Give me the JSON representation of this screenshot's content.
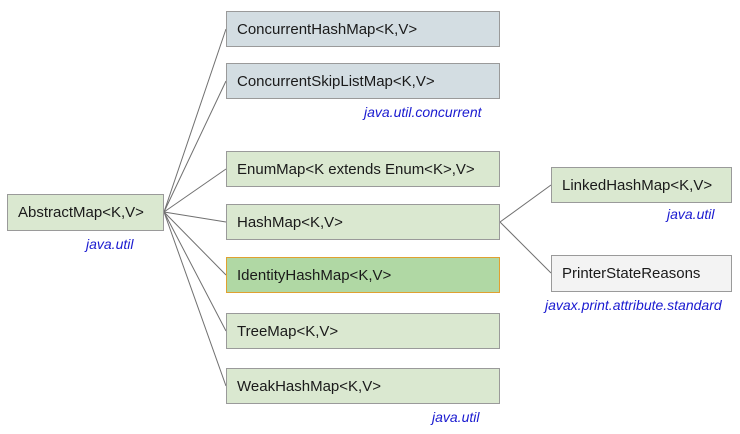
{
  "colors": {
    "concurrent_fill": "#d3dde2",
    "default_fill": "#dae8d0",
    "highlight_fill": "#b0d8a4",
    "highlight_border": "#e0a030",
    "other_fill": "#f3f3f3",
    "package_text": "#1a1ad0",
    "connector": "#707070"
  },
  "root": {
    "label": "AbstractMap<K,V>",
    "package": "java.util"
  },
  "concurrent": {
    "package": "java.util.concurrent",
    "items": [
      "ConcurrentHashMap<K,V>",
      "ConcurrentSkipListMap<K,V>"
    ]
  },
  "util": {
    "package": "java.util",
    "items": [
      "EnumMap<K extends Enum<K>,V>",
      "HashMap<K,V>",
      "IdentityHashMap<K,V>",
      "TreeMap<K,V>",
      "WeakHashMap<K,V>"
    ]
  },
  "hashmap_children": [
    {
      "label": "LinkedHashMap<K,V>",
      "package": "java.util"
    },
    {
      "label": "PrinterStateReasons",
      "package": "javax.print.attribute.standard"
    }
  ]
}
